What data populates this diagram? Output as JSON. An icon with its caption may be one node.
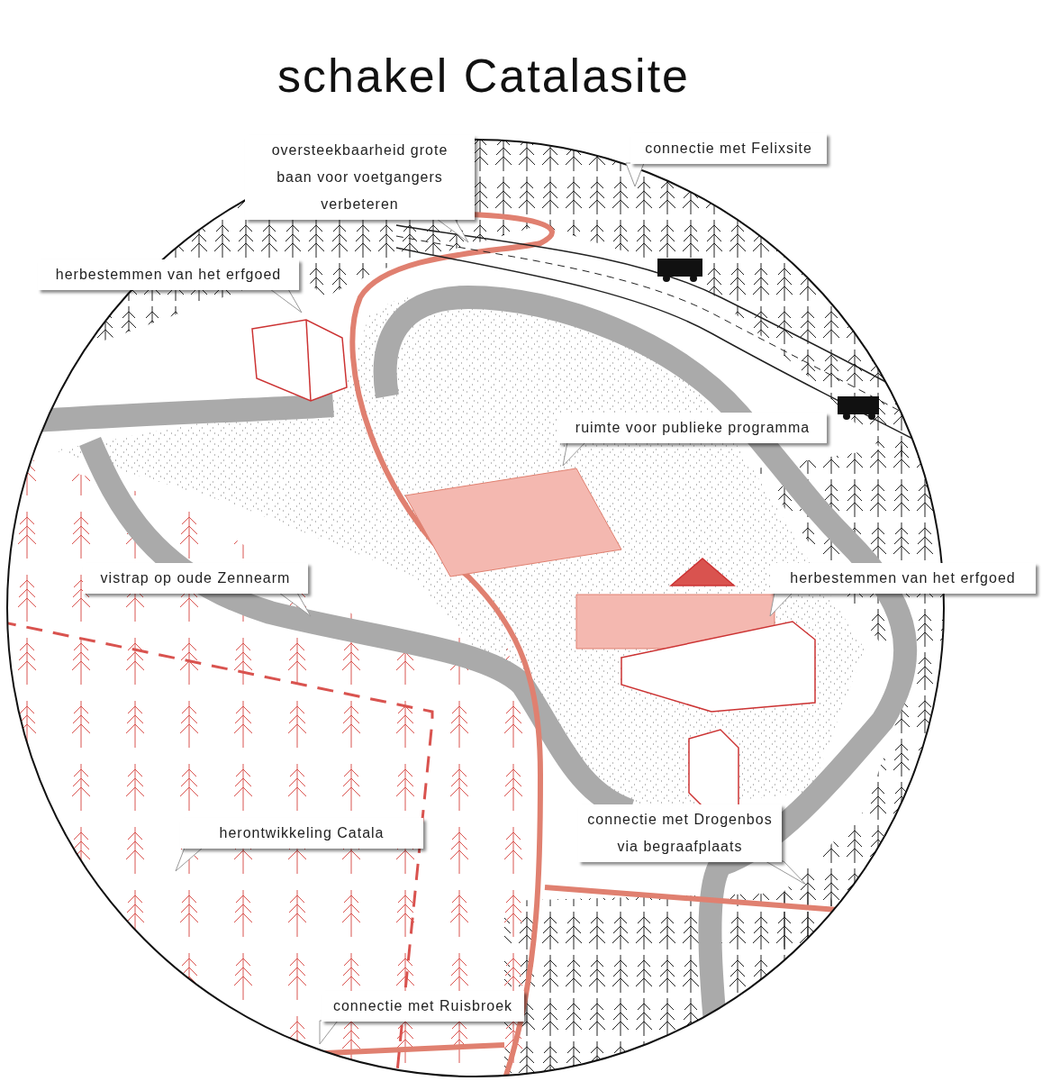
{
  "diagram": {
    "title": "schakel Catalasite",
    "labels": [
      "oversteekbaarheid grote baan voor voetgangers verbeteren",
      "connectie met Felixsite",
      "herbestemmen van het erfgoed",
      "ruimte voor publieke programma",
      "vistrap op oude Zennearm",
      "herbestemmen van het erfgoed",
      "connectie met Drogenbos via begraafplaats",
      "herontwikkeling Catala",
      "connectie met Ruisbroek"
    ]
  }
}
